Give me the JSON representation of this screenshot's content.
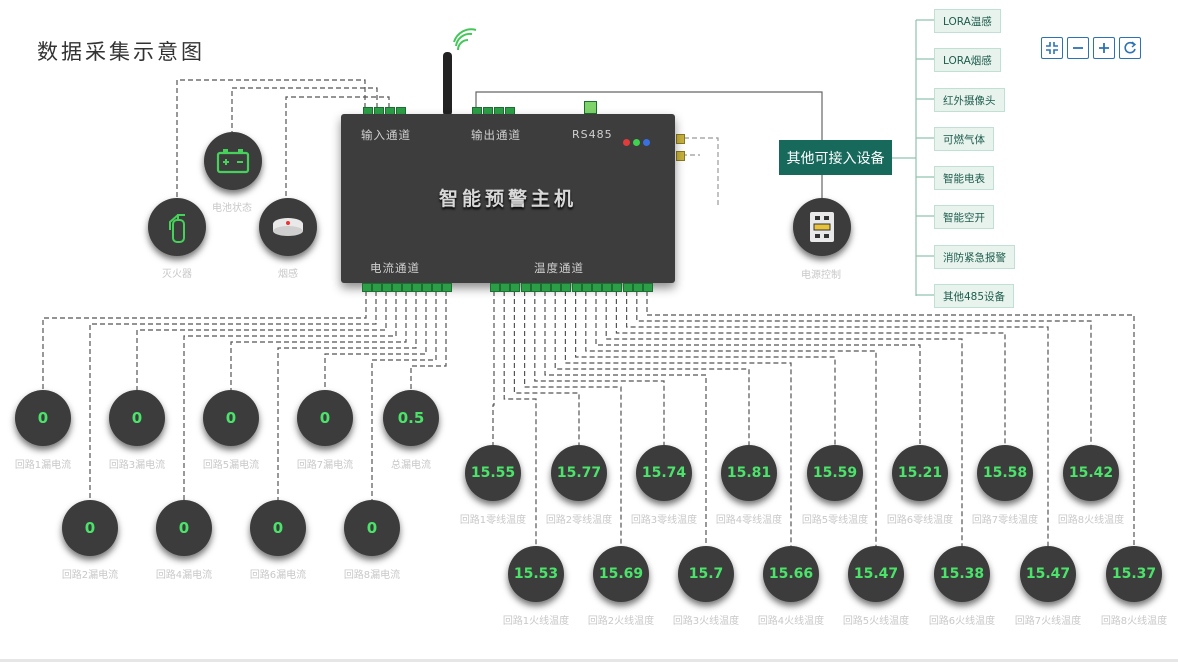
{
  "title": "数据采集示意图",
  "hub": {
    "title": "智能预警主机",
    "input_label": "输入通道",
    "output_label": "输出通道",
    "rs485_label": "RS485",
    "current_label": "电流通道",
    "temp_label": "温度通道"
  },
  "colors": {
    "value_text": "#4be36a",
    "accent": "#17695c",
    "wire": "#555555",
    "node_bg": "#3c3c3c"
  },
  "input_sensors": [
    {
      "icon": "battery-icon",
      "label": "电池状态"
    },
    {
      "icon": "extinguisher-icon",
      "label": "灭火器"
    },
    {
      "icon": "smoke-detector-icon",
      "label": "烟感"
    }
  ],
  "output_device": {
    "icon": "breaker-icon",
    "label": "电源控制"
  },
  "other_devices": {
    "title": "其他可接入设备",
    "items": [
      "LORA温感",
      "LORA烟感",
      "红外摄像头",
      "可燃气体",
      "智能电表",
      "智能空开",
      "消防紧急报警",
      "其他485设备"
    ]
  },
  "toolbar": [
    {
      "name": "fit-screen-button",
      "icon": "fit-icon"
    },
    {
      "name": "zoom-out-button",
      "icon": "minus-icon"
    },
    {
      "name": "zoom-in-button",
      "icon": "plus-icon"
    },
    {
      "name": "refresh-button",
      "icon": "refresh-icon"
    }
  ],
  "current_nodes": {
    "row1": [
      {
        "value": "0",
        "label": "回路1漏电流"
      },
      {
        "value": "0",
        "label": "回路3漏电流"
      },
      {
        "value": "0",
        "label": "回路5漏电流"
      },
      {
        "value": "0",
        "label": "回路7漏电流"
      },
      {
        "value": "0.5",
        "label": "总漏电流"
      }
    ],
    "row2": [
      {
        "value": "0",
        "label": "回路2漏电流"
      },
      {
        "value": "0",
        "label": "回路4漏电流"
      },
      {
        "value": "0",
        "label": "回路6漏电流"
      },
      {
        "value": "0",
        "label": "回路8漏电流"
      }
    ]
  },
  "temp_nodes": {
    "row1": [
      {
        "value": "15.55",
        "label": "回路1零线温度"
      },
      {
        "value": "15.77",
        "label": "回路2零线温度"
      },
      {
        "value": "15.74",
        "label": "回路3零线温度"
      },
      {
        "value": "15.81",
        "label": "回路4零线温度"
      },
      {
        "value": "15.59",
        "label": "回路5零线温度"
      },
      {
        "value": "15.21",
        "label": "回路6零线温度"
      },
      {
        "value": "15.58",
        "label": "回路7零线温度"
      },
      {
        "value": "15.42",
        "label": "回路8火线温度"
      }
    ],
    "row2": [
      {
        "value": "15.53",
        "label": "回路1火线温度"
      },
      {
        "value": "15.69",
        "label": "回路2火线温度"
      },
      {
        "value": "15.7",
        "label": "回路3火线温度"
      },
      {
        "value": "15.66",
        "label": "回路4火线温度"
      },
      {
        "value": "15.47",
        "label": "回路5火线温度"
      },
      {
        "value": "15.38",
        "label": "回路6火线温度"
      },
      {
        "value": "15.47",
        "label": "回路7火线温度"
      },
      {
        "value": "15.37",
        "label": "回路8火线温度"
      }
    ]
  }
}
